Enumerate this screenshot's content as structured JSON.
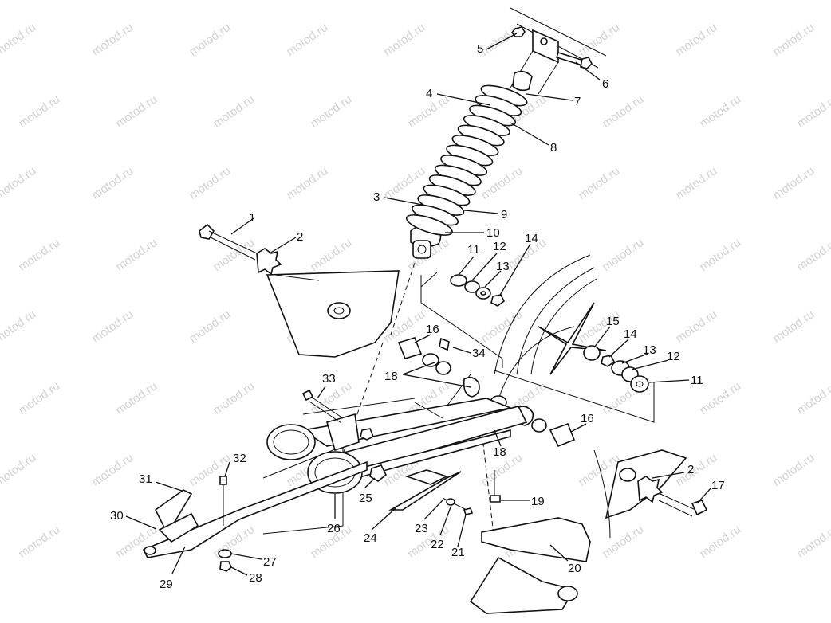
{
  "watermark": {
    "text": "motod.ru"
  },
  "callouts": [
    {
      "id": "c1",
      "label": "1"
    },
    {
      "id": "c2a",
      "label": "2"
    },
    {
      "id": "c3",
      "label": "3"
    },
    {
      "id": "c4",
      "label": "4"
    },
    {
      "id": "c5",
      "label": "5"
    },
    {
      "id": "c6",
      "label": "6"
    },
    {
      "id": "c7",
      "label": "7"
    },
    {
      "id": "c8",
      "label": "8"
    },
    {
      "id": "c9",
      "label": "9"
    },
    {
      "id": "c10",
      "label": "10"
    },
    {
      "id": "c11a",
      "label": "11"
    },
    {
      "id": "c12a",
      "label": "12"
    },
    {
      "id": "c13a",
      "label": "13"
    },
    {
      "id": "c14a",
      "label": "14"
    },
    {
      "id": "c15",
      "label": "15"
    },
    {
      "id": "c14b",
      "label": "14"
    },
    {
      "id": "c13b",
      "label": "13"
    },
    {
      "id": "c12b",
      "label": "12"
    },
    {
      "id": "c11b",
      "label": "11"
    },
    {
      "id": "c16a",
      "label": "16"
    },
    {
      "id": "c34",
      "label": "34"
    },
    {
      "id": "c18a",
      "label": "18"
    },
    {
      "id": "c33",
      "label": "33"
    },
    {
      "id": "c16b",
      "label": "16"
    },
    {
      "id": "c18b",
      "label": "18"
    },
    {
      "id": "c2b",
      "label": "2"
    },
    {
      "id": "c17",
      "label": "17"
    },
    {
      "id": "c19",
      "label": "19"
    },
    {
      "id": "c32",
      "label": "32"
    },
    {
      "id": "c31",
      "label": "31"
    },
    {
      "id": "c30",
      "label": "30"
    },
    {
      "id": "c25",
      "label": "25"
    },
    {
      "id": "c26",
      "label": "26"
    },
    {
      "id": "c24",
      "label": "24"
    },
    {
      "id": "c23",
      "label": "23"
    },
    {
      "id": "c22",
      "label": "22"
    },
    {
      "id": "c21",
      "label": "21"
    },
    {
      "id": "c20",
      "label": "20"
    },
    {
      "id": "c27",
      "label": "27"
    },
    {
      "id": "c28",
      "label": "28"
    },
    {
      "id": "c29",
      "label": "29"
    }
  ]
}
